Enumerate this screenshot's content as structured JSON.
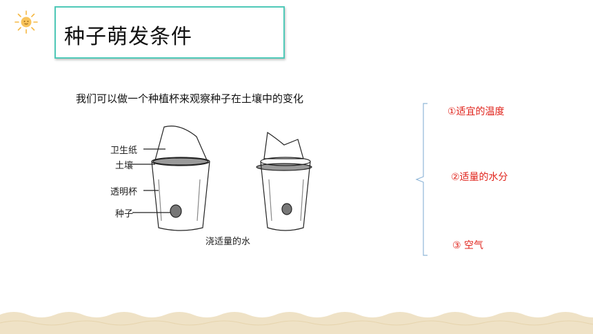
{
  "slide": {
    "title": "种子萌发条件",
    "intro": "我们可以做一个种植杯来观察种子在土壤中的变化",
    "figure": {
      "labels": {
        "tissue": "卫生纸",
        "soil": "土壤",
        "cup": "透明杯",
        "seed": "种子",
        "caption": "浇适量的水"
      }
    },
    "conditions": [
      "①适宜的温度",
      "②适量的水分",
      "③ 空气"
    ]
  },
  "colors": {
    "title_border": "#4fc9b8",
    "condition_text": "#e0231b",
    "bracket": "#8fb6d8",
    "wave": "#efe2c6",
    "sun": "#f5b843"
  },
  "icons": [
    "sun-icon"
  ]
}
